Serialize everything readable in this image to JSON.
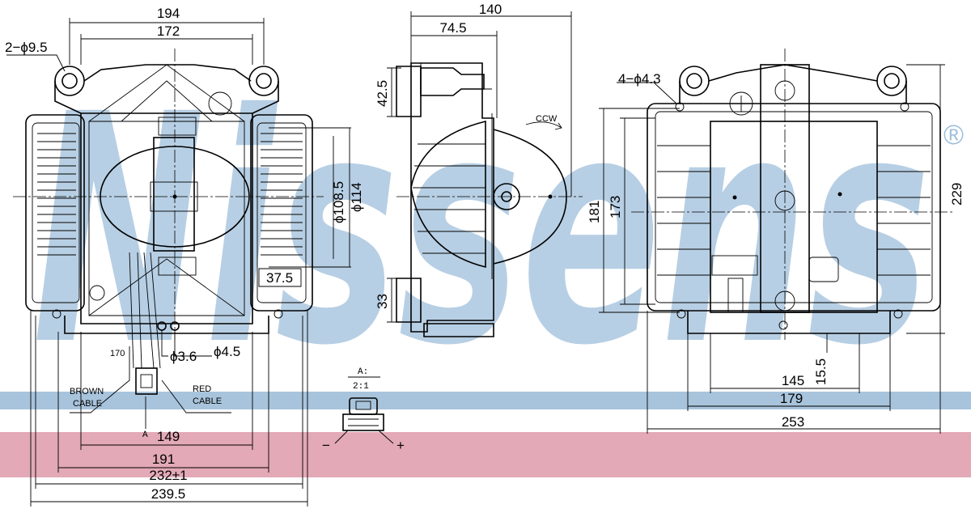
{
  "brand": {
    "logo_text": "Nissens",
    "registered_mark": "®",
    "band_blue": "#a8c4dc",
    "band_pink": "#e3a9b6"
  },
  "front_view": {
    "dims": {
      "w194": "194",
      "w172": "172",
      "holes": "2−ϕ9.5",
      "d108": "ϕ108.5",
      "d114": "ϕ114",
      "w37": "37.5",
      "d36": "ϕ3.6",
      "d45": "ϕ4.5",
      "w170": "170",
      "w149": "149",
      "w191": "191",
      "w232": "232±1",
      "w239": "239.5"
    },
    "labels": {
      "brown1": "BROWN",
      "brown2": "CABLE",
      "red1": "RED",
      "red2": "CABLE",
      "view_mark": "A"
    }
  },
  "side_view": {
    "dims": {
      "w140": "140",
      "w74": "74.5",
      "h42": "42.5",
      "h33": "33"
    },
    "rotation": "CCW"
  },
  "connector_detail": {
    "title": "A:",
    "scale": "2:1",
    "minus": "−",
    "plus": "+"
  },
  "back_view": {
    "dims": {
      "holes": "4−ϕ4.3",
      "h181": "181",
      "h173": "173",
      "h229": "229",
      "w145": "145",
      "h15": "15.5",
      "w179": "179",
      "w253": "253"
    }
  }
}
